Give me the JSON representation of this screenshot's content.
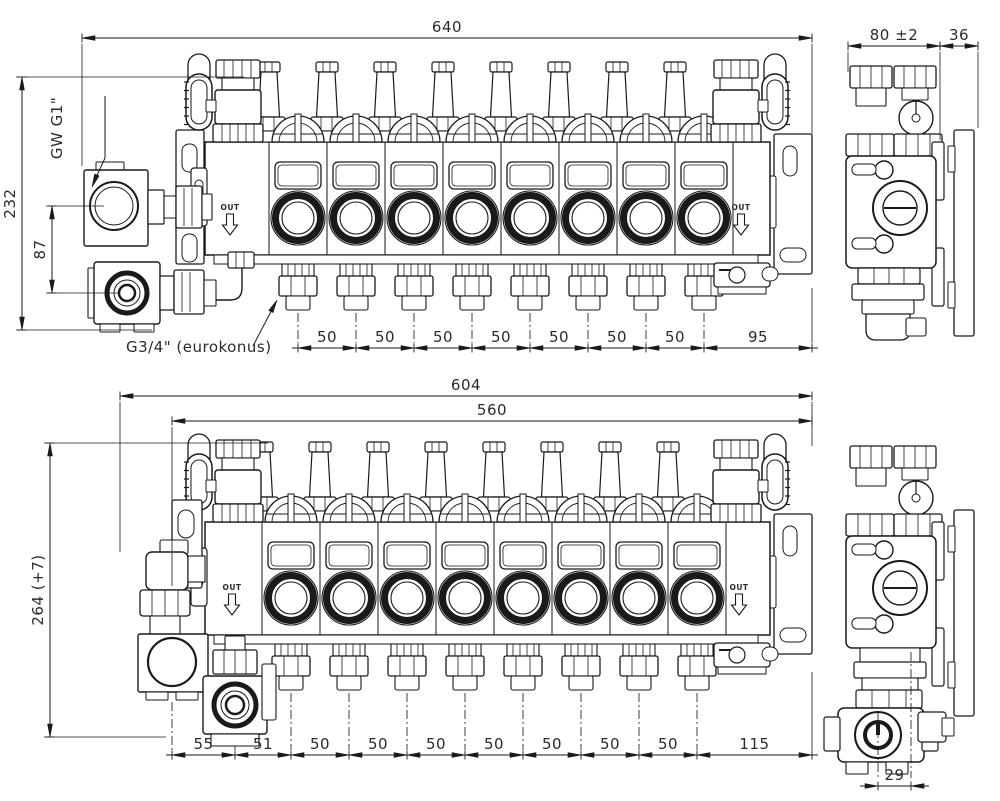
{
  "sheet": {
    "background": "#ffffff",
    "line_color": "#1a1a1a",
    "text_color": "#2b2b2b"
  },
  "views": {
    "front_top": {
      "title": "manifold-front-view-with-flow-meters",
      "port_count": 8,
      "dims": {
        "overall_width": "640",
        "overall_height": "232",
        "inlet_drop": "87",
        "port_spacings": [
          "50",
          "50",
          "50",
          "50",
          "50",
          "50",
          "50"
        ],
        "end_spacing": "95"
      },
      "labels": {
        "inlet_thread": "GW G1\"",
        "port_thread": "G3/4\" (eurokonus)",
        "flow_out": "OUT"
      }
    },
    "side_top": {
      "dims": {
        "depth": "80 ±2",
        "bracket_offset": "36"
      }
    },
    "front_bottom": {
      "title": "manifold-front-view-with-pump-group",
      "port_count": 8,
      "dims": {
        "overall_width": "604",
        "connection_span": "560",
        "overall_height": "264 (+7)",
        "left_spacings": [
          "55",
          "51"
        ],
        "port_spacings": [
          "50",
          "50",
          "50",
          "50",
          "50",
          "50",
          "50"
        ],
        "end_spacing": "115"
      },
      "labels": {
        "flow_out": "OUT"
      }
    },
    "side_bottom": {
      "dims": {
        "valve_offset": "29"
      }
    }
  }
}
